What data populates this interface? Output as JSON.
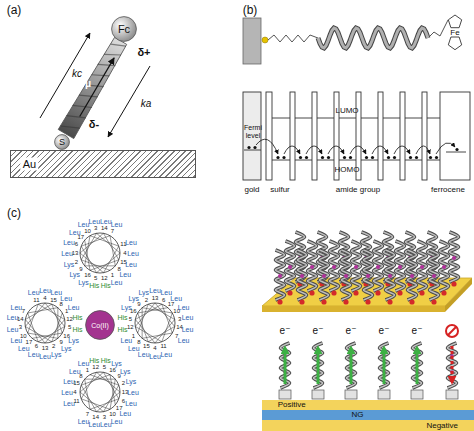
{
  "diagram": {
    "nodes": [
      {
        "text": [
          "Fc"
        ]
      },
      {
        "text": [
          "S"
        ]
      },
      {
        "text": [
          "Au"
        ]
      },
      {
        "text": [
          "Co(II)"
        ]
      },
      {
        "text": [
          "Positive"
        ]
      },
      {
        "text": [
          "NG"
        ]
      },
      {
        "text": [
          "Negative"
        ]
      }
    ],
    "labels": [
      "(a)",
      "kc",
      "ka",
      "δ+",
      "μ",
      "δ-",
      "(b)",
      "Fe",
      "LUMO",
      "Fermi level",
      "HOMO",
      "gold",
      "sulfur",
      "amide group",
      "ferrocene",
      "(c)",
      "1",
      "Leu",
      "2",
      "Lys",
      "3",
      "Leu",
      "4",
      "Leu",
      "5",
      "His",
      "6",
      "Leu",
      "7",
      "Leu",
      "8",
      "Leu",
      "9",
      "Lys",
      "10",
      "Leu",
      "11",
      "Leu",
      "12",
      "His",
      "13",
      "Leu",
      "14",
      "Leu",
      "15",
      "Leu",
      "16",
      "Lys",
      "17",
      "Leu",
      "1",
      "Leu",
      "2",
      "Lys",
      "3",
      "Leu",
      "4",
      "Leu",
      "5",
      "His",
      "6",
      "Leu",
      "7",
      "Leu",
      "8",
      "Leu",
      "9",
      "Lys",
      "10",
      "Leu",
      "11",
      "Leu",
      "12",
      "His",
      "13",
      "Leu",
      "14",
      "Leu",
      "15",
      "Leu",
      "16",
      "Lys",
      "17",
      "Leu",
      "1",
      "Leu",
      "2",
      "Lys",
      "3",
      "Leu",
      "4",
      "Leu",
      "5",
      "His",
      "6",
      "Leu",
      "7",
      "Leu",
      "8",
      "Leu",
      "9",
      "Lys",
      "10",
      "Leu",
      "11",
      "Leu",
      "12",
      "His",
      "13",
      "Leu",
      "14",
      "Leu",
      "15",
      "Leu",
      "16",
      "Lys",
      "17",
      "Leu",
      "1",
      "Leu",
      "2",
      "Lys",
      "3",
      "Leu",
      "4",
      "Leu",
      "5",
      "His",
      "6",
      "Leu",
      "7",
      "Leu",
      "8",
      "Leu",
      "9",
      "Lys",
      "10",
      "Leu",
      "11",
      "Leu",
      "12",
      "His",
      "13",
      "Leu",
      "14",
      "Leu",
      "15",
      "Leu",
      "16",
      "Lys",
      "17",
      "Leu",
      "e⁻",
      "e⁻",
      "e⁻",
      "e⁻",
      "e⁻"
    ]
  }
}
